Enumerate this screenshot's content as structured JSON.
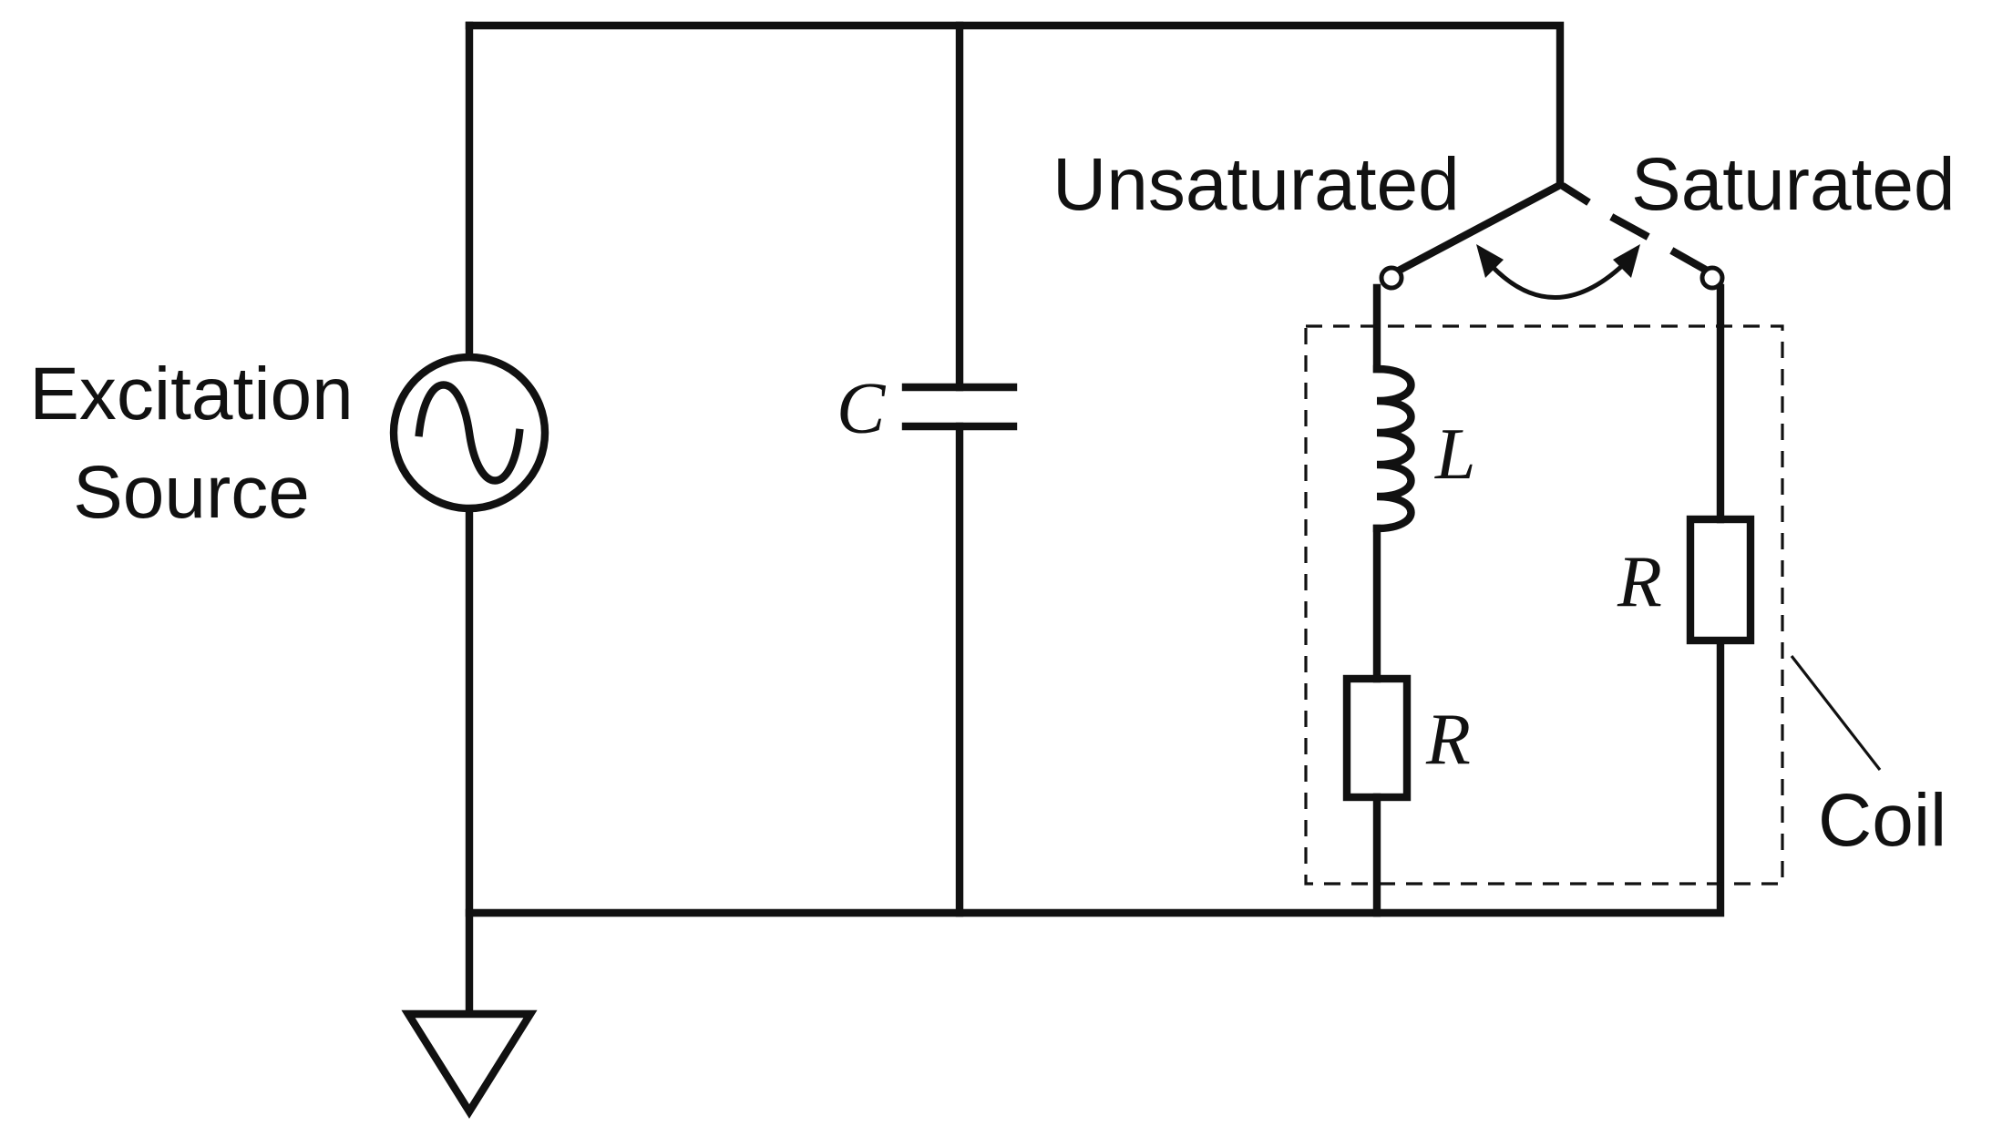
{
  "labels": {
    "source_line1": "Excitation",
    "source_line2": "Source",
    "capacitor": "C",
    "inductor": "L",
    "resistor_series": "R",
    "resistor_parallel": "R",
    "switch_unsaturated": "Unsaturated",
    "switch_saturated": "Saturated",
    "coil": "Coil"
  },
  "colors": {
    "line": "#111111",
    "background": "#ffffff"
  }
}
